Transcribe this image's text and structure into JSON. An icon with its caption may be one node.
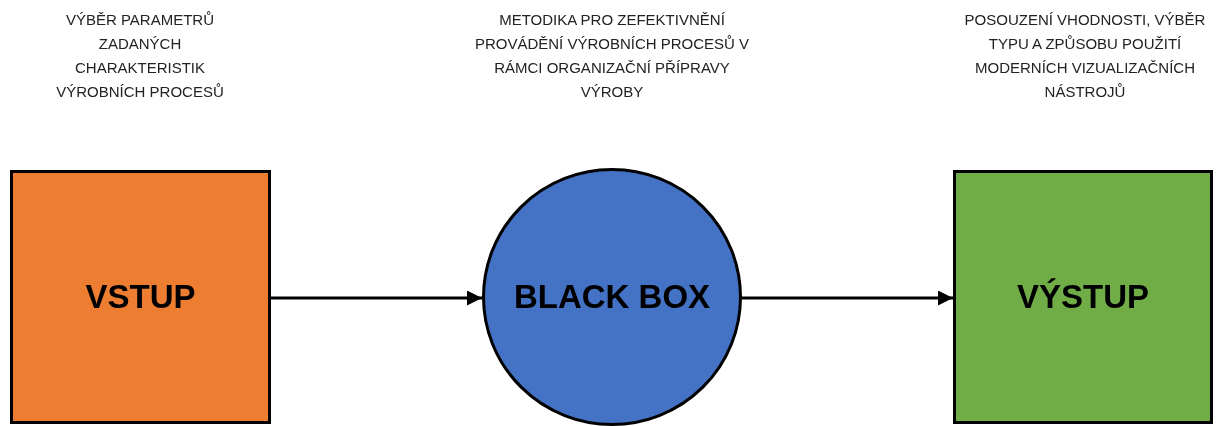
{
  "diagram": {
    "nodes": [
      {
        "text": [
          "VSTUP"
        ]
      },
      {
        "text": [
          "BLACK BOX"
        ]
      },
      {
        "text": [
          "VÝSTUP"
        ]
      }
    ],
    "edges": [
      {
        "from": 0,
        "to": 1,
        "arrow": "to"
      },
      {
        "from": 1,
        "to": 2,
        "arrow": "to"
      }
    ],
    "labels": [
      "VÝBĚR PARAMETRŮ ZADANÝCH CHARAKTERISTIK VÝROBNÍCH PROCESŮ",
      "METODIKA PRO ZEFEKTIVNĚNÍ PROVÁDĚNÍ VÝROBNÍCH PROCESŮ V RÁMCI ORGANIZAČNÍ PŘÍPRAVY VÝROBY",
      "POSOUZENÍ VHODNOSTI, VÝBĚR TYPU A ZPŮSOBU POUŽITÍ MODERNÍCH VIZUALIZAČNÍCH NÁSTROJŮ"
    ]
  }
}
